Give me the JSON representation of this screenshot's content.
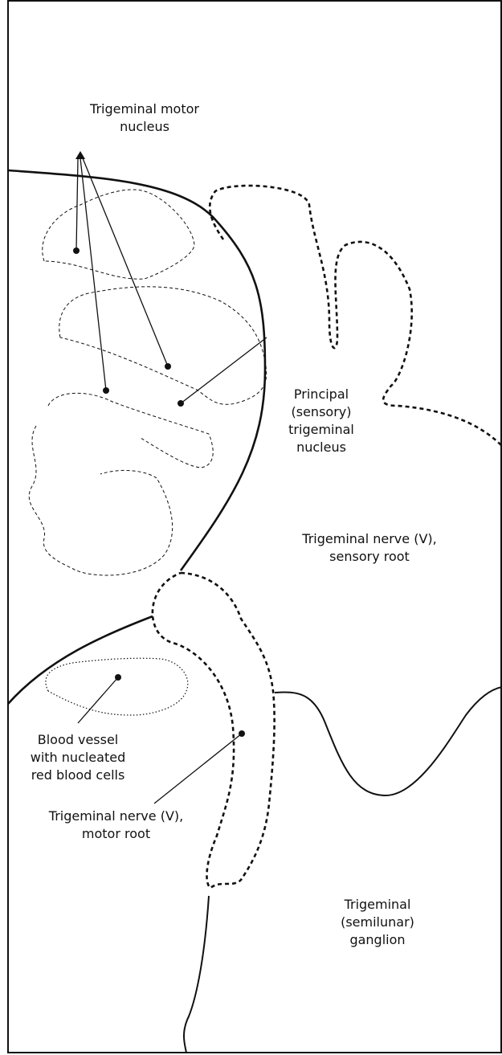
{
  "labels": {
    "motor_nucleus": [
      "Trigeminal motor",
      "nucleus"
    ],
    "principal_nucleus": [
      "Principal",
      "(sensory)",
      "trigeminal",
      "nucleus"
    ],
    "sensory_root": [
      "Trigeminal nerve (V),",
      "sensory root"
    ],
    "blood_vessel": [
      "Blood vessel",
      "with nucleated",
      "red blood cells"
    ],
    "motor_root": [
      "Trigeminal nerve (V),",
      "motor root"
    ],
    "ganglion": [
      "Trigeminal",
      "(semilunar)",
      "ganglion"
    ]
  },
  "colors": {
    "line": "#111111",
    "background": "#ffffff"
  }
}
